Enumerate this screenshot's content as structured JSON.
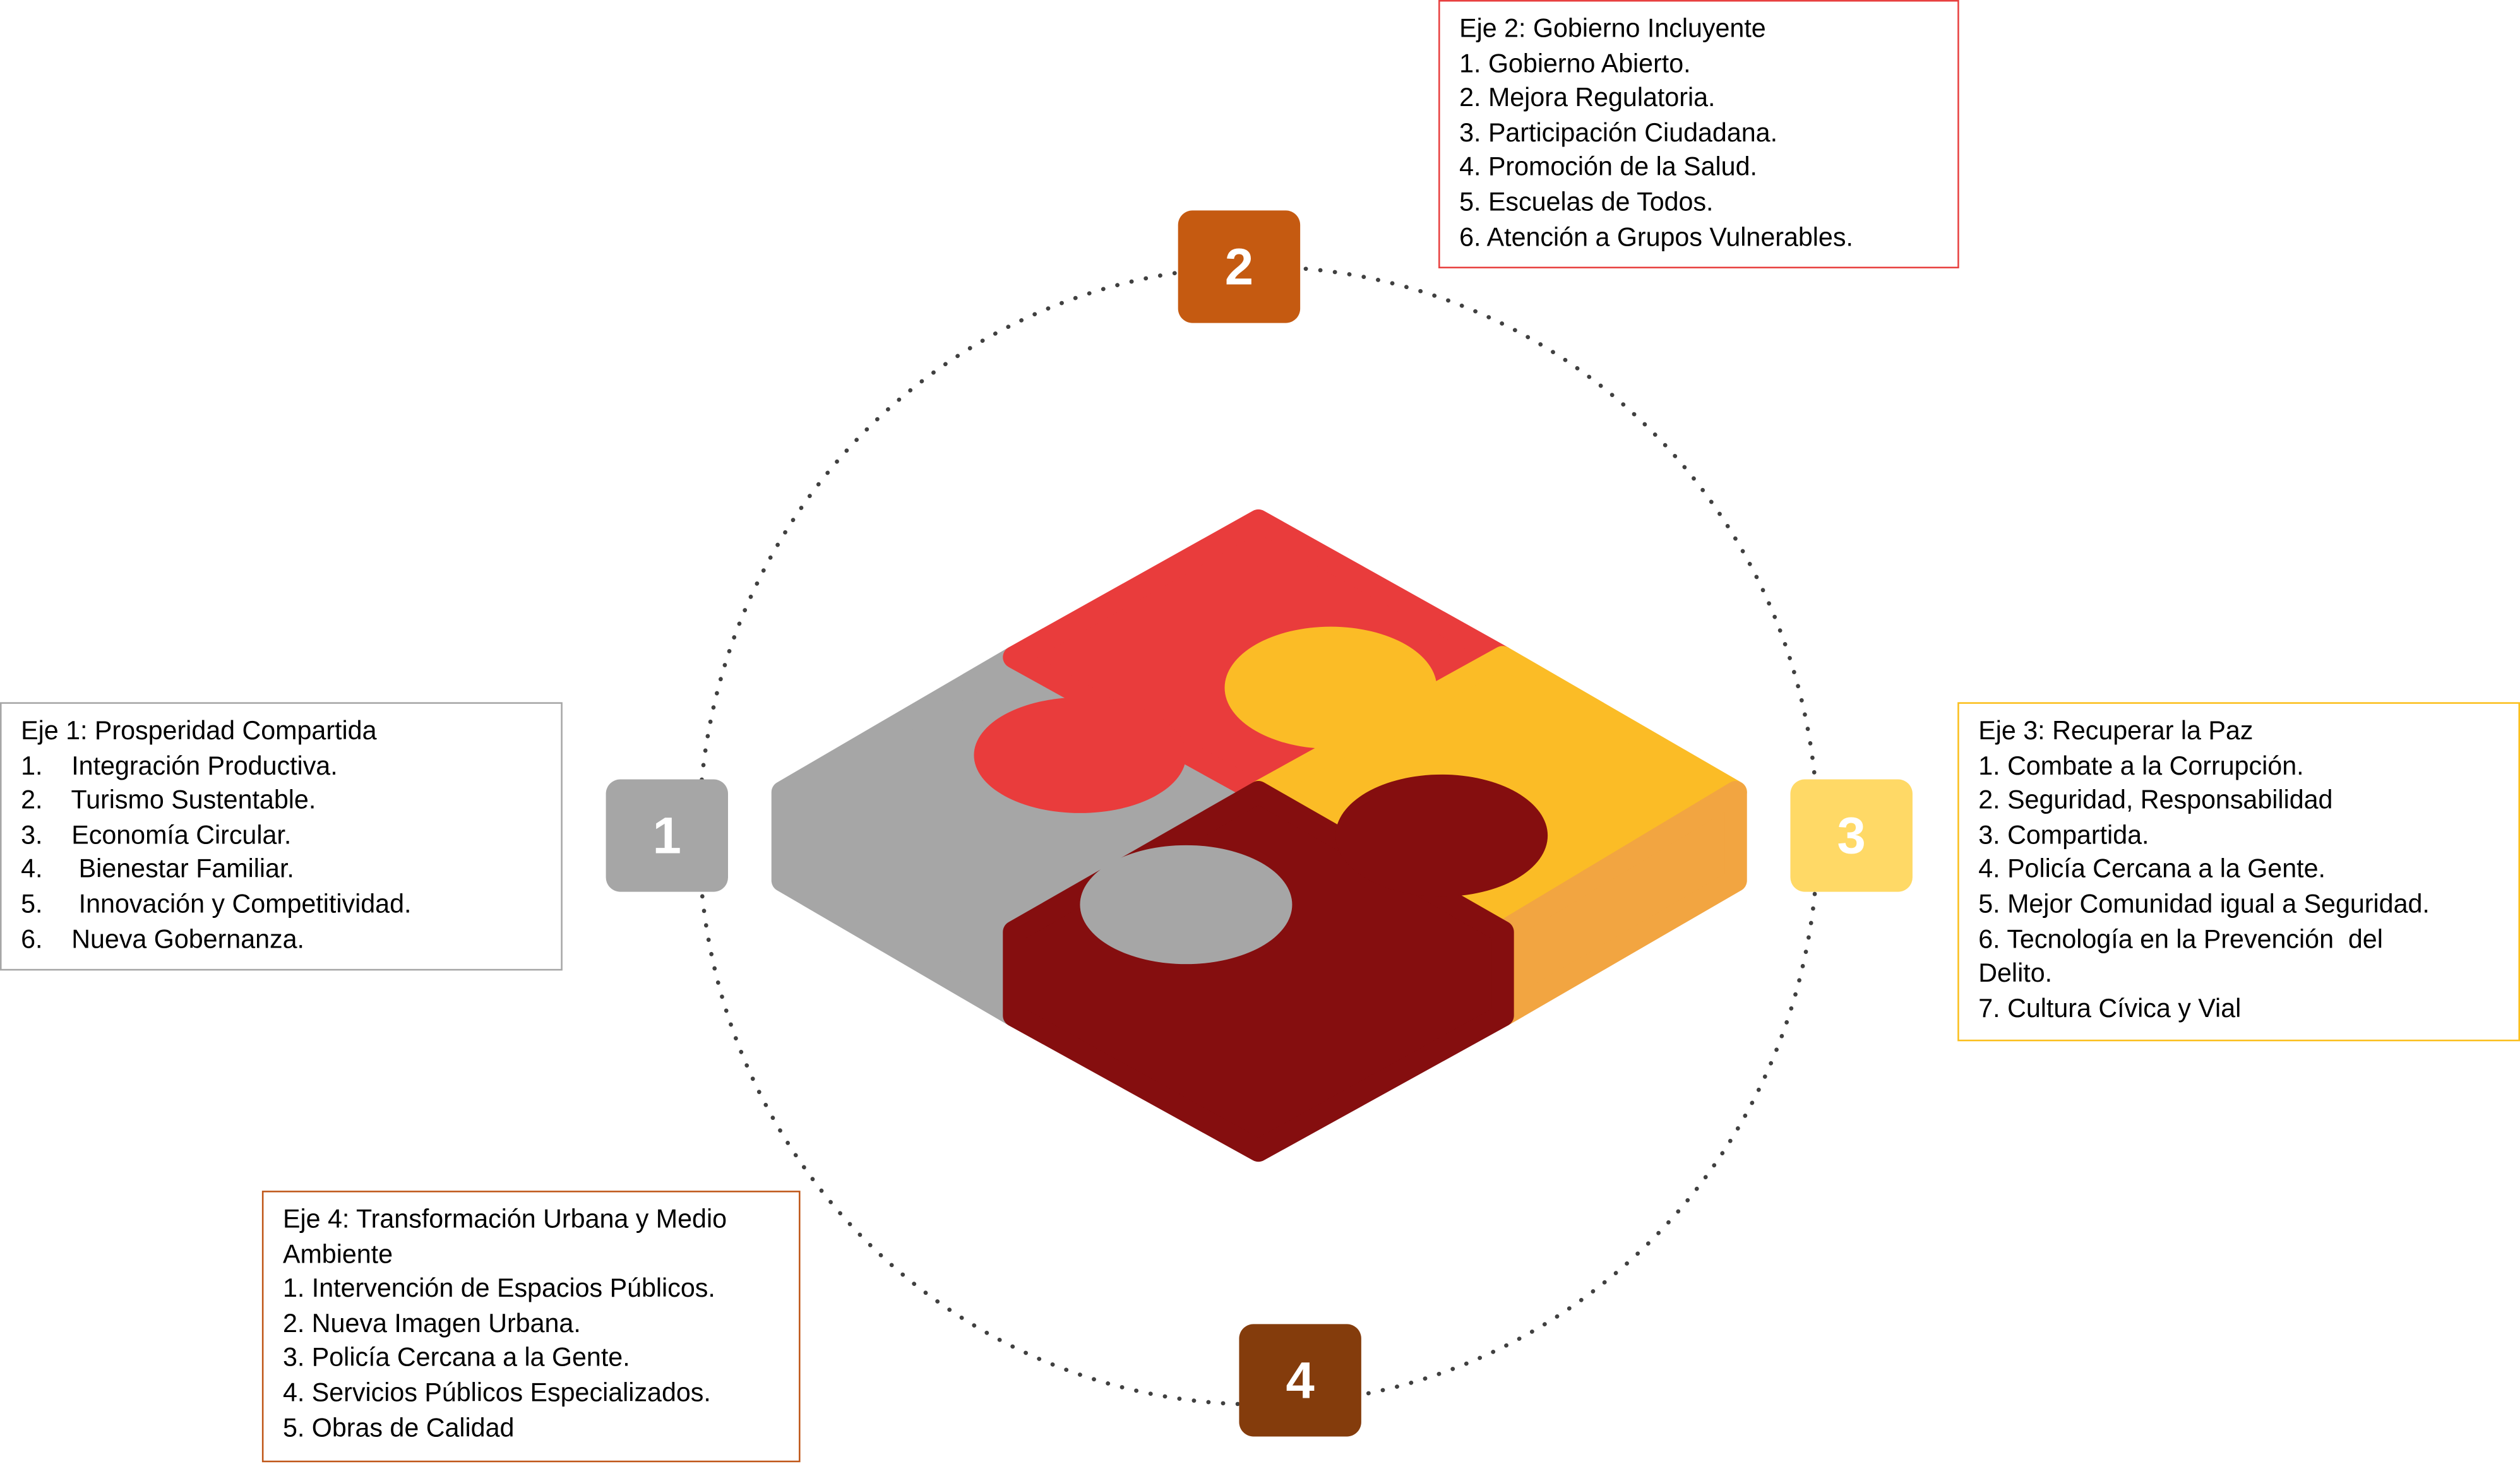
{
  "colors": {
    "eje1": "#a6a6a6",
    "eje2": "#c55a11",
    "eje3": "#ffd966",
    "eje4": "#843c0c",
    "box1_border": "#a6a6a6",
    "box2_border": "#e8403f",
    "box3_border": "#fbbf1c",
    "box4_border": "#c0581a",
    "piece_red": "#e93c3c",
    "piece_yellow": "#fbbc26",
    "piece_gray": "#a6a6a6",
    "piece_darkred": "#850e0f",
    "side_orange": "#f2a541"
  },
  "badges": [
    "1",
    "2",
    "3",
    "4"
  ],
  "eje1": {
    "title": "Eje 1: Prosperidad Compartida",
    "items": [
      "1.    Integración Productiva.",
      "2.    Turismo Sustentable.",
      "3.    Economía Circular.",
      "4.     Bienestar Familiar.",
      "5.     Innovación y Competitividad.",
      "6.    Nueva Gobernanza."
    ]
  },
  "eje2": {
    "title": "Eje 2: Gobierno Incluyente",
    "items": [
      "1. Gobierno Abierto.",
      "2. Mejora Regulatoria.",
      "3. Participación Ciudadana.",
      "4. Promoción de la Salud.",
      "5. Escuelas de Todos.",
      "6. Atención a Grupos Vulnerables."
    ]
  },
  "eje3": {
    "title": "Eje 3: Recuperar la Paz",
    "items": [
      "1. Combate a la Corrupción.",
      "2. Seguridad, Responsabilidad",
      "3. Compartida.",
      "4. Policía Cercana a la Gente.",
      "5. Mejor Comunidad igual a Seguridad.",
      "6. Tecnología en la Prevención  del",
      "Delito.",
      "7. Cultura Cívica y Vial"
    ]
  },
  "eje4": {
    "title": "Eje 4: Transformación Urbana y Medio",
    "title2": "Ambiente",
    "items": [
      "1. Intervención de Espacios Públicos.",
      "2. Nueva Imagen Urbana.",
      "3. Policía Cercana a la Gente.",
      "4. Servicios Públicos Especializados.",
      "5. Obras de Calidad"
    ]
  }
}
